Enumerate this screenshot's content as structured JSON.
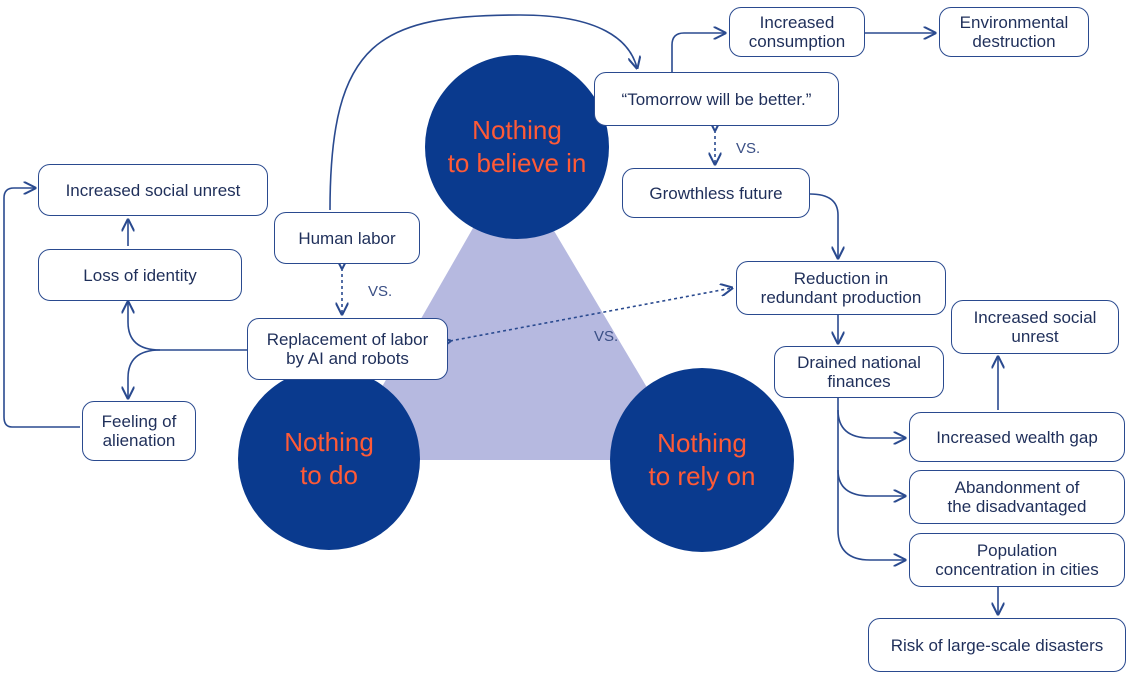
{
  "circles": {
    "believe": "Nothing\nto believe in",
    "do": "Nothing\nto do",
    "rely": "Nothing\nto rely on"
  },
  "boxes": {
    "increased_consumption": "Increased\nconsumption",
    "environmental_destruction": "Environmental\ndestruction",
    "tomorrow": "“Tomorrow will be better.”",
    "growthless": "Growthless future",
    "reduction": "Reduction in\nredundant production",
    "drained": "Drained national\nfinances",
    "unrest_right": "Increased social\nunrest",
    "wealth_gap": "Increased wealth gap",
    "abandonment": "Abandonment of\nthe disadvantaged",
    "population": "Population\nconcentration in cities",
    "disasters": "Risk of large-scale disasters",
    "unrest_left": "Increased social unrest",
    "loss_identity": "Loss of identity",
    "human_labor": "Human labor",
    "replacement": "Replacement of labor\nby AI and robots",
    "alienation": "Feeling of\nalienation"
  },
  "vs_labels": {
    "vs_top": "VS.",
    "vs_left": "VS.",
    "vs_center": "VS."
  },
  "colors": {
    "circle_fill": "#0a3a8e",
    "circle_text": "#ff5a36",
    "triangle_fill": "#b6b9e0",
    "line": "#2a4a8f"
  }
}
